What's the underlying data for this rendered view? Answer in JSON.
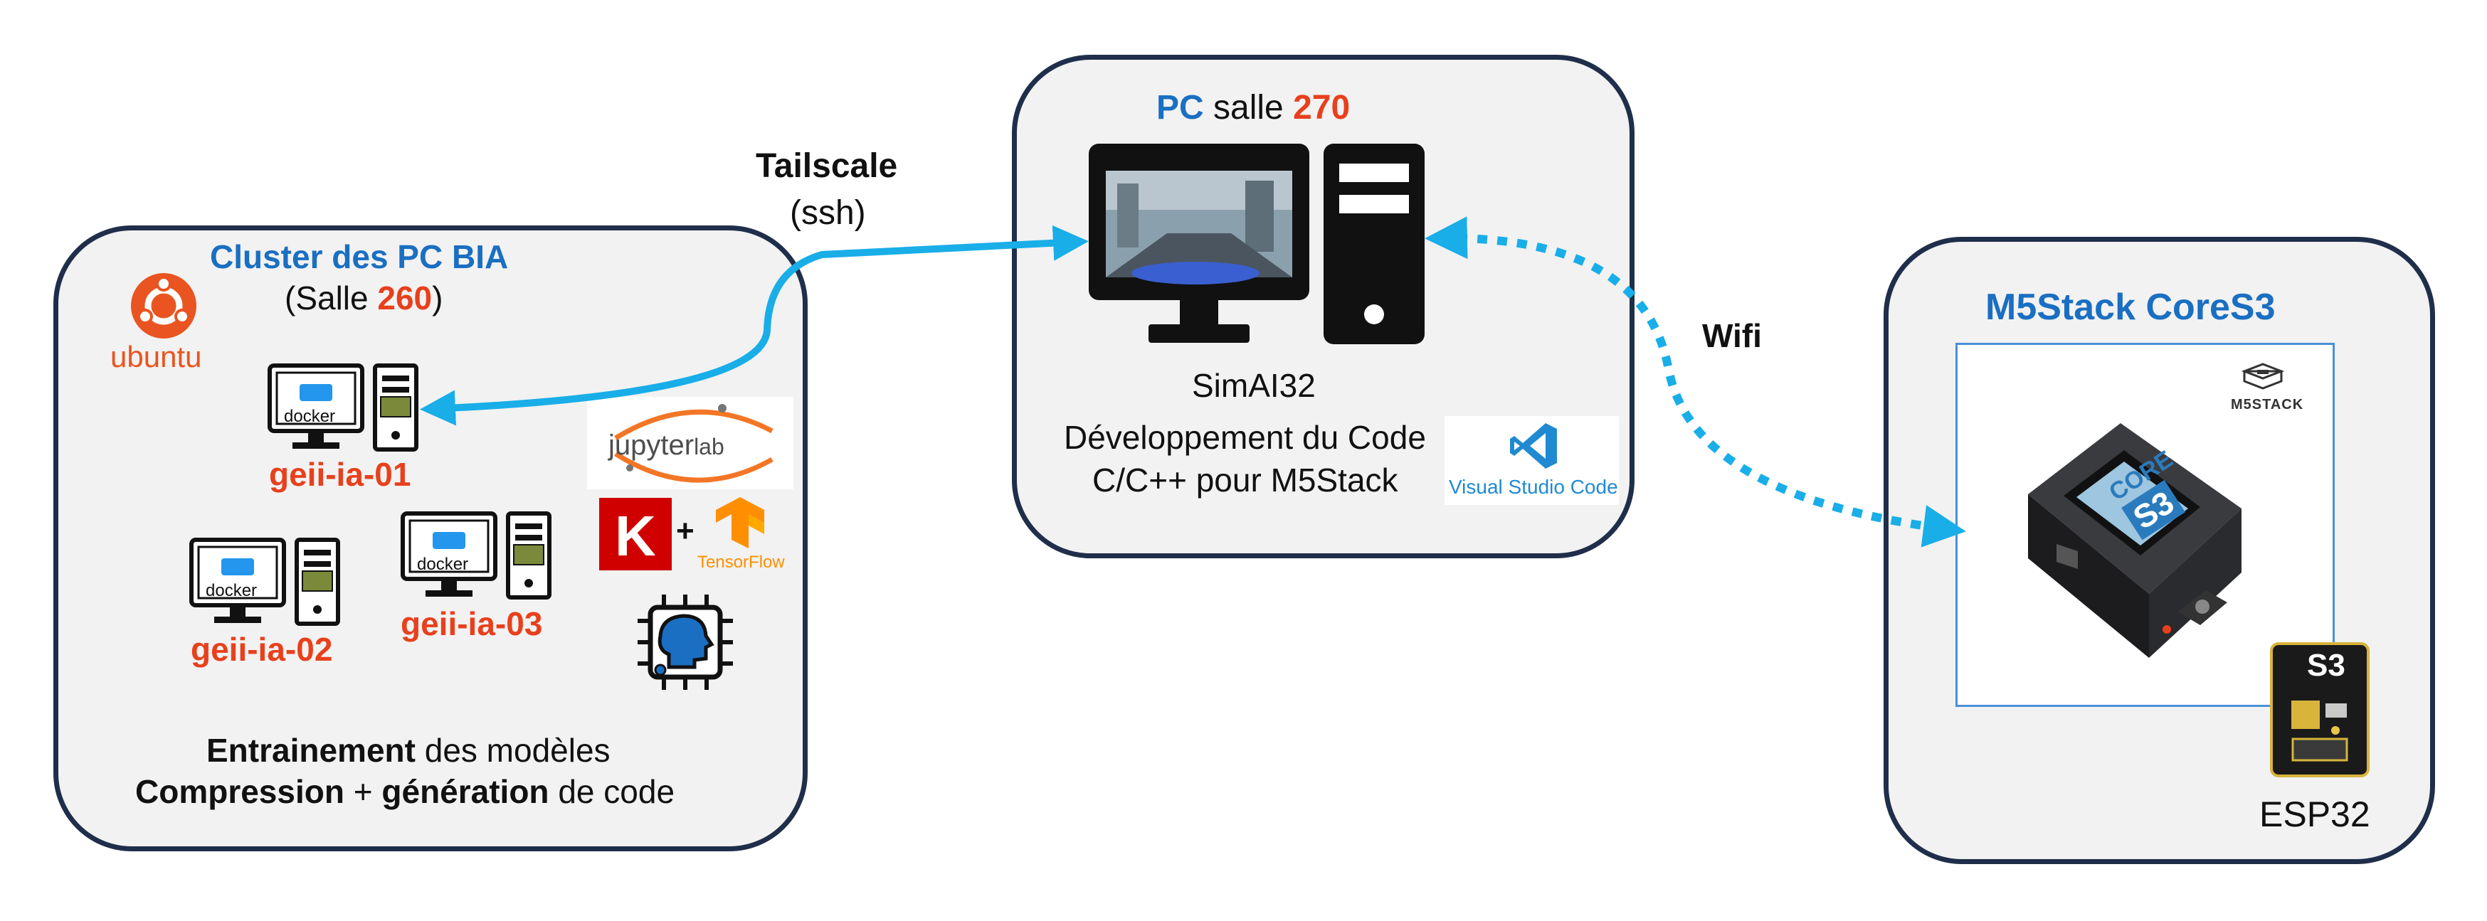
{
  "cluster": {
    "title": "Cluster des PC BIA",
    "room_prefix": "(Salle ",
    "room_number": "260",
    "room_suffix": ")",
    "os_logo_label": "ubuntu",
    "hosts": [
      "geii-ia-01",
      "geii-ia-02",
      "geii-ia-03"
    ],
    "container_label": "docker",
    "tools": {
      "jupyter_label": "jupyter",
      "jupyter_label_lab": "lab",
      "keras_letter": "K",
      "plus": "+",
      "tensorflow_label": "TensorFlow"
    },
    "caption_line1_bold": "Entrainement",
    "caption_line1_rest": " des modèles",
    "caption_line2_bold_a": "Compression",
    "caption_line2_mid": " + ",
    "caption_line2_bold_b": "génération",
    "caption_line2_rest": " de code"
  },
  "pc": {
    "title_blue": "PC",
    "title_mid": " salle ",
    "title_red": "270",
    "software": "SimAI32",
    "desc_line1": "Développement du Code",
    "desc_line2": "C/C++ pour M5Stack",
    "vscode_label": "Visual Studio Code"
  },
  "links": {
    "tailscale_label": "Tailscale",
    "tailscale_sub": "(ssh)",
    "wifi_label": "Wifi"
  },
  "device": {
    "title": "M5Stack CoreS3",
    "brand": "M5STACK",
    "screen_line1": "CORE",
    "screen_line2": "S3",
    "stamp_label": "S3",
    "chip_label": "ESP32"
  },
  "colors": {
    "box_border": "#1f2e4a",
    "box_fill": "#f2f2f2",
    "accent_blue": "#1a6fc2",
    "accent_red": "#e8401c",
    "link_cyan": "#19aee8",
    "ubuntu_orange": "#e95420"
  }
}
